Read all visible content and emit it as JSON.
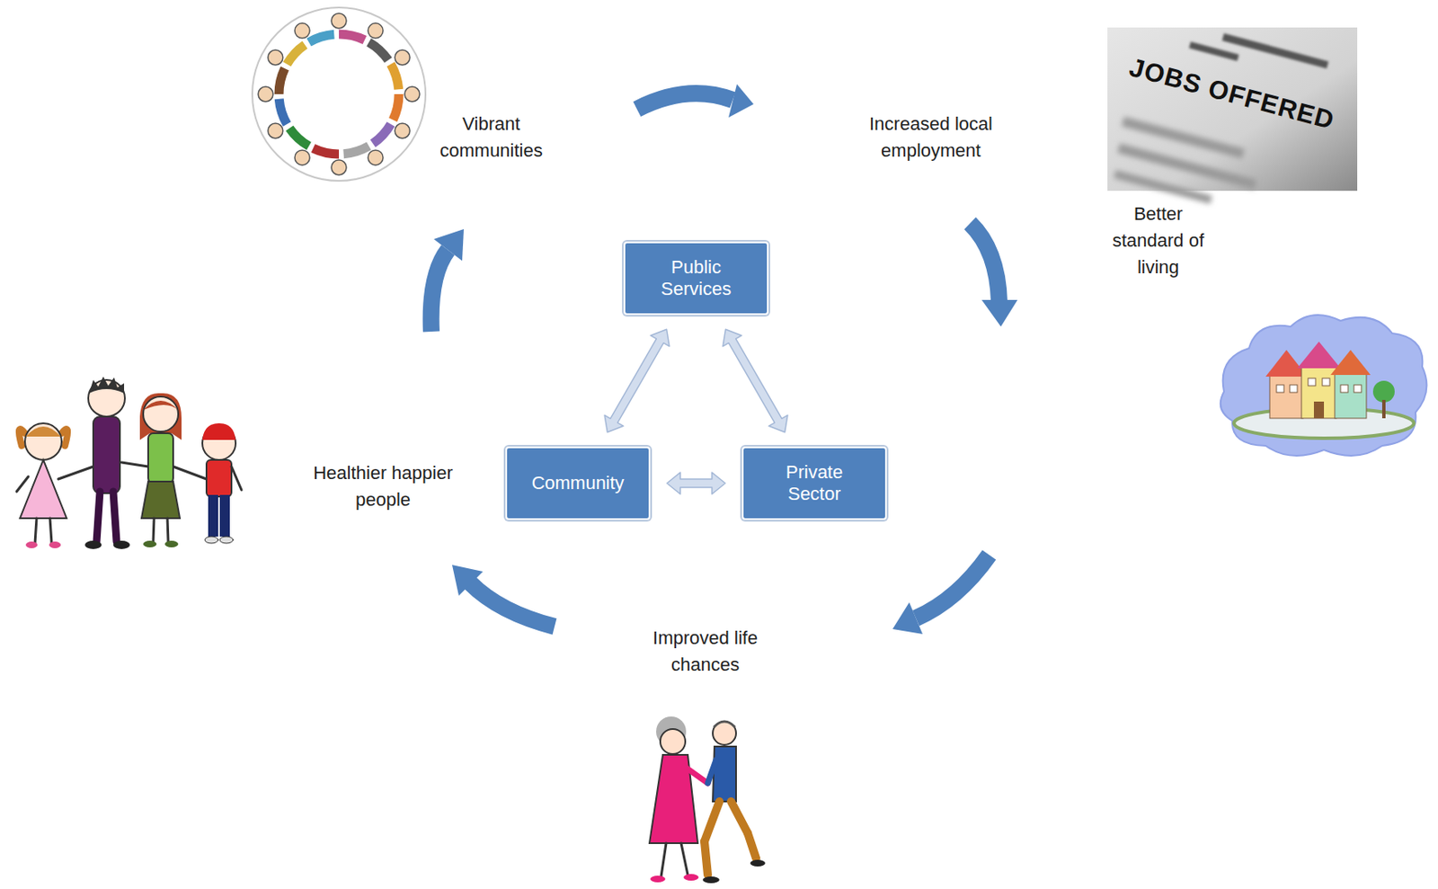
{
  "diagram": {
    "nodes": [
      {
        "text": [
          "Public Services"
        ]
      },
      {
        "text": [
          "Community"
        ]
      },
      {
        "text": [
          "Private Sector"
        ]
      }
    ],
    "edges": [
      {
        "from": 0,
        "to": 1,
        "arrow": "both"
      },
      {
        "from": 0,
        "to": 2,
        "arrow": "both"
      },
      {
        "from": 1,
        "to": 2,
        "arrow": "both"
      }
    ],
    "labels": [
      "Vibrant communities",
      "Increased local employment",
      "JOBS OFFERED",
      "Better standard of living",
      "Healthier happier people",
      "Improved life chances"
    ]
  }
}
